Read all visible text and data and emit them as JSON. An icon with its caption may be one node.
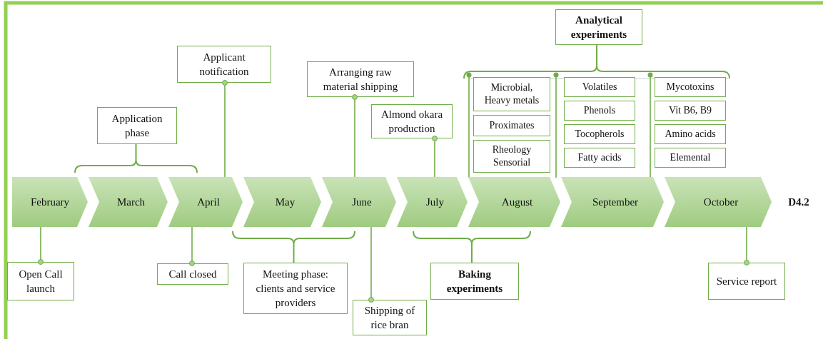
{
  "diagram": {
    "nodes": [
      {
        "text": [
          "February"
        ]
      },
      {
        "text": [
          "March"
        ]
      },
      {
        "text": [
          "April"
        ]
      },
      {
        "text": [
          "May"
        ]
      },
      {
        "text": [
          "June"
        ]
      },
      {
        "text": [
          "July"
        ]
      },
      {
        "text": [
          "August"
        ]
      },
      {
        "text": [
          "September"
        ]
      },
      {
        "text": [
          "October"
        ]
      },
      {
        "text": [
          "D4.2"
        ]
      },
      {
        "text": [
          "Application phase"
        ]
      },
      {
        "text": [
          "Applicant notification"
        ]
      },
      {
        "text": [
          "Arranging raw material shipping"
        ]
      },
      {
        "text": [
          "Almond okara production"
        ]
      },
      {
        "text": [
          "Analytical experiments"
        ]
      },
      {
        "text": [
          "Microbial, Heavy metals"
        ]
      },
      {
        "text": [
          "Proximates"
        ]
      },
      {
        "text": [
          "Rheology Sensorial"
        ]
      },
      {
        "text": [
          "Volatiles"
        ]
      },
      {
        "text": [
          "Phenols"
        ]
      },
      {
        "text": [
          "Tocopherols"
        ]
      },
      {
        "text": [
          "Fatty acids"
        ]
      },
      {
        "text": [
          "Mycotoxins"
        ]
      },
      {
        "text": [
          "Vit B6, B9"
        ]
      },
      {
        "text": [
          "Amino acids"
        ]
      },
      {
        "text": [
          "Elemental"
        ]
      },
      {
        "text": [
          "Open Call launch"
        ]
      },
      {
        "text": [
          "Call closed"
        ]
      },
      {
        "text": [
          "Meeting  phase: clients and service providers"
        ]
      },
      {
        "text": [
          "Shipping of rice bran"
        ]
      },
      {
        "text": [
          "Baking experiments"
        ]
      },
      {
        "text": [
          "Service report"
        ]
      }
    ],
    "edges": [
      {
        "from": 11,
        "to": 2,
        "arrow": "other"
      },
      {
        "from": 12,
        "to": 4,
        "arrow": "other"
      },
      {
        "from": 13,
        "to": 5,
        "arrow": "other"
      },
      {
        "from": 26,
        "to": 0,
        "arrow": "other"
      },
      {
        "from": 27,
        "to": 2,
        "arrow": "other"
      },
      {
        "from": 29,
        "to": 4,
        "arrow": "other"
      },
      {
        "from": 31,
        "to": 8,
        "arrow": "other"
      }
    ]
  }
}
